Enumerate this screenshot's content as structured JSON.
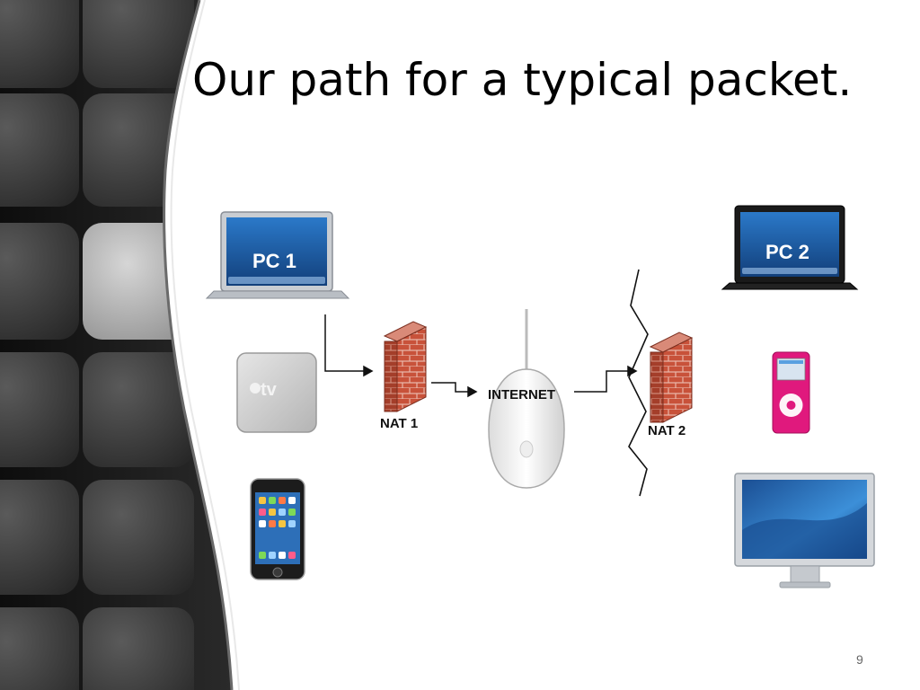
{
  "slide": {
    "title": "Our path for a typical packet.",
    "page_number": "9"
  },
  "diagram": {
    "pc1_label": "PC 1",
    "pc2_label": "PC 2",
    "apple_tv_label": "tv",
    "nat1_label": "NAT 1",
    "nat2_label": "NAT 2",
    "internet_label": "INTERNET"
  },
  "colors": {
    "sidebar_dark": "#1a1a1a",
    "screen_blue": "#1f5fa8",
    "firewall_brick": "#c8523a",
    "ipod_pink": "#e0197d"
  },
  "icons": [
    "laptop-icon",
    "apple-tv-icon",
    "iphone-icon",
    "firewall-icon",
    "mouse-icon",
    "ipod-icon",
    "monitor-icon"
  ]
}
